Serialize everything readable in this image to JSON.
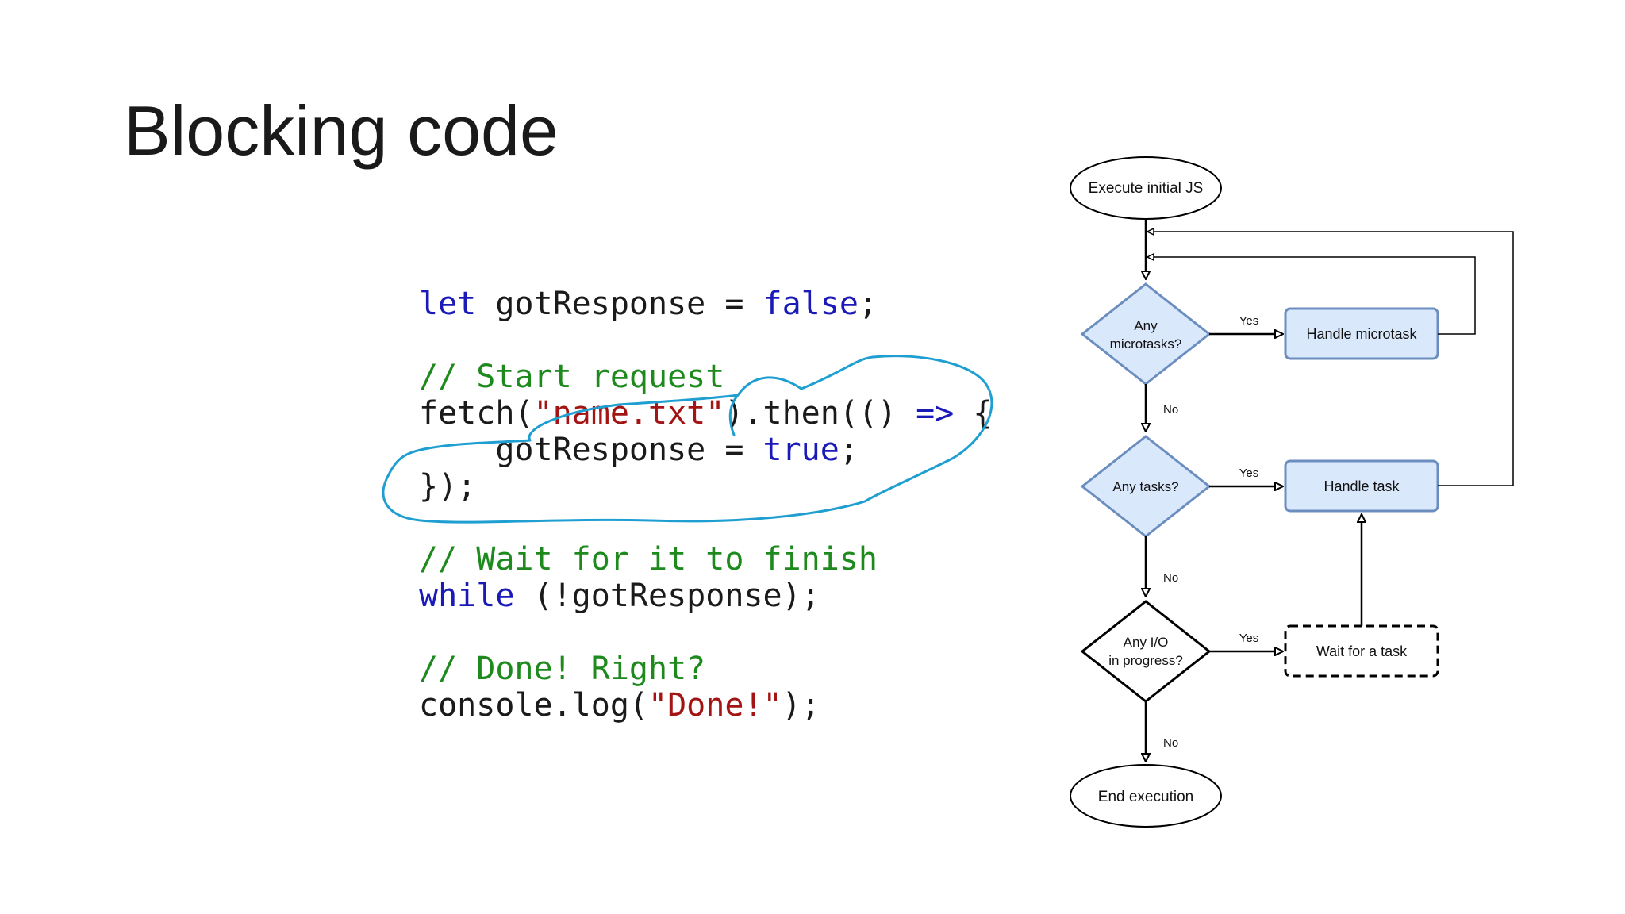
{
  "slide": {
    "title": "Blocking code"
  },
  "code": {
    "lines": [
      {
        "tokens": [
          {
            "t": "let",
            "c": "kw"
          },
          {
            "t": " gotResponse = ",
            "c": "pl"
          },
          {
            "t": "false",
            "c": "kw"
          },
          {
            "t": ";",
            "c": "pl"
          }
        ]
      },
      {
        "tokens": []
      },
      {
        "tokens": [
          {
            "t": "// Start request",
            "c": "cm"
          }
        ]
      },
      {
        "tokens": [
          {
            "t": "fetch(",
            "c": "pl"
          },
          {
            "t": "\"name.txt\"",
            "c": "st"
          },
          {
            "t": ").then(() ",
            "c": "pl"
          },
          {
            "t": "=>",
            "c": "kw"
          },
          {
            "t": " {",
            "c": "pl"
          }
        ]
      },
      {
        "tokens": [
          {
            "t": "    gotResponse = ",
            "c": "pl"
          },
          {
            "t": "true",
            "c": "kw"
          },
          {
            "t": ";",
            "c": "pl"
          }
        ]
      },
      {
        "tokens": [
          {
            "t": "});",
            "c": "pl"
          }
        ]
      },
      {
        "tokens": []
      },
      {
        "tokens": [
          {
            "t": "// Wait for it to finish",
            "c": "cm"
          }
        ]
      },
      {
        "tokens": [
          {
            "t": "while",
            "c": "kw"
          },
          {
            "t": " (!gotResponse);",
            "c": "pl"
          }
        ]
      },
      {
        "tokens": []
      },
      {
        "tokens": [
          {
            "t": "// Done! Right?",
            "c": "cm"
          }
        ]
      },
      {
        "tokens": [
          {
            "t": "console.log(",
            "c": "pl"
          },
          {
            "t": "\"Done!\"",
            "c": "st"
          },
          {
            "t": ");",
            "c": "pl"
          }
        ]
      }
    ]
  },
  "flowchart": {
    "start": "Execute initial JS",
    "microtasks_question": [
      "Any",
      "microtasks?"
    ],
    "handle_microtask": "Handle microtask",
    "tasks_question": "Any tasks?",
    "handle_task": "Handle task",
    "io_question": [
      "Any I/O",
      "in progress?"
    ],
    "wait_for_task": "Wait for a task",
    "end": "End execution",
    "yes_label": "Yes",
    "no_label": "No"
  },
  "colors": {
    "keyword": "#1a1ab8",
    "comment": "#1e8a1e",
    "string": "#a31515",
    "annotation": "#1f9fd1",
    "node_fill": "#dae8fc",
    "node_stroke": "#6c8ebf"
  }
}
